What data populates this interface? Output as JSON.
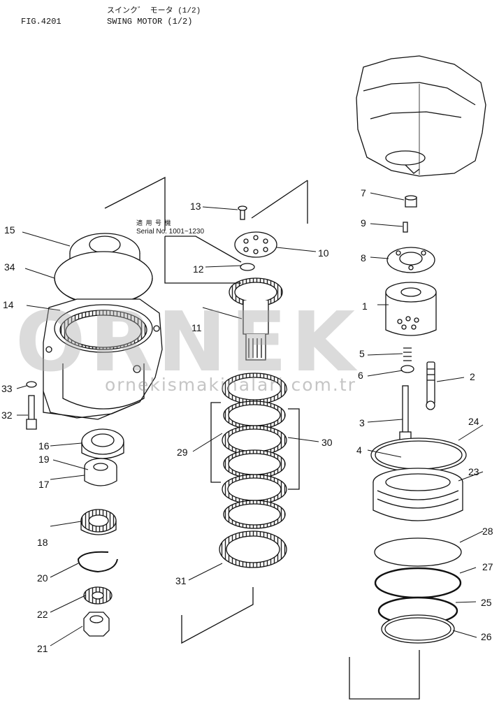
{
  "header": {
    "fig_label": "FIG.4201",
    "title_jp": "スインク゛ モータ (1/2)",
    "title_en": "SWING MOTOR (1/2)"
  },
  "note": {
    "line1": "適 用 号 機",
    "line2": "Serial No. 1001~1230"
  },
  "watermark": {
    "main": "ORNEK",
    "url": "ornekismakinalari.com.tr",
    "color": "#c8c8c8"
  },
  "callouts": [
    {
      "id": "c1",
      "text": "1"
    },
    {
      "id": "c2",
      "text": "2"
    },
    {
      "id": "c3",
      "text": "3"
    },
    {
      "id": "c4",
      "text": "4"
    },
    {
      "id": "c5",
      "text": "5"
    },
    {
      "id": "c6",
      "text": "6"
    },
    {
      "id": "c7",
      "text": "7"
    },
    {
      "id": "c8",
      "text": "8"
    },
    {
      "id": "c9",
      "text": "9"
    },
    {
      "id": "c10",
      "text": "10"
    },
    {
      "id": "c11",
      "text": "11"
    },
    {
      "id": "c12",
      "text": "12"
    },
    {
      "id": "c13",
      "text": "13"
    },
    {
      "id": "c14",
      "text": "14"
    },
    {
      "id": "c15",
      "text": "15"
    },
    {
      "id": "c16",
      "text": "16"
    },
    {
      "id": "c17",
      "text": "17"
    },
    {
      "id": "c18",
      "text": "18"
    },
    {
      "id": "c19",
      "text": "19"
    },
    {
      "id": "c20",
      "text": "20"
    },
    {
      "id": "c21",
      "text": "21"
    },
    {
      "id": "c22",
      "text": "22"
    },
    {
      "id": "c23",
      "text": "23"
    },
    {
      "id": "c24",
      "text": "24"
    },
    {
      "id": "c25",
      "text": "25"
    },
    {
      "id": "c26",
      "text": "26"
    },
    {
      "id": "c27",
      "text": "27"
    },
    {
      "id": "c28",
      "text": "28"
    },
    {
      "id": "c29",
      "text": "29"
    },
    {
      "id": "c30",
      "text": "30"
    },
    {
      "id": "c31",
      "text": "31"
    },
    {
      "id": "c32",
      "text": "32"
    },
    {
      "id": "c33",
      "text": "33"
    },
    {
      "id": "c34",
      "text": "34"
    }
  ]
}
